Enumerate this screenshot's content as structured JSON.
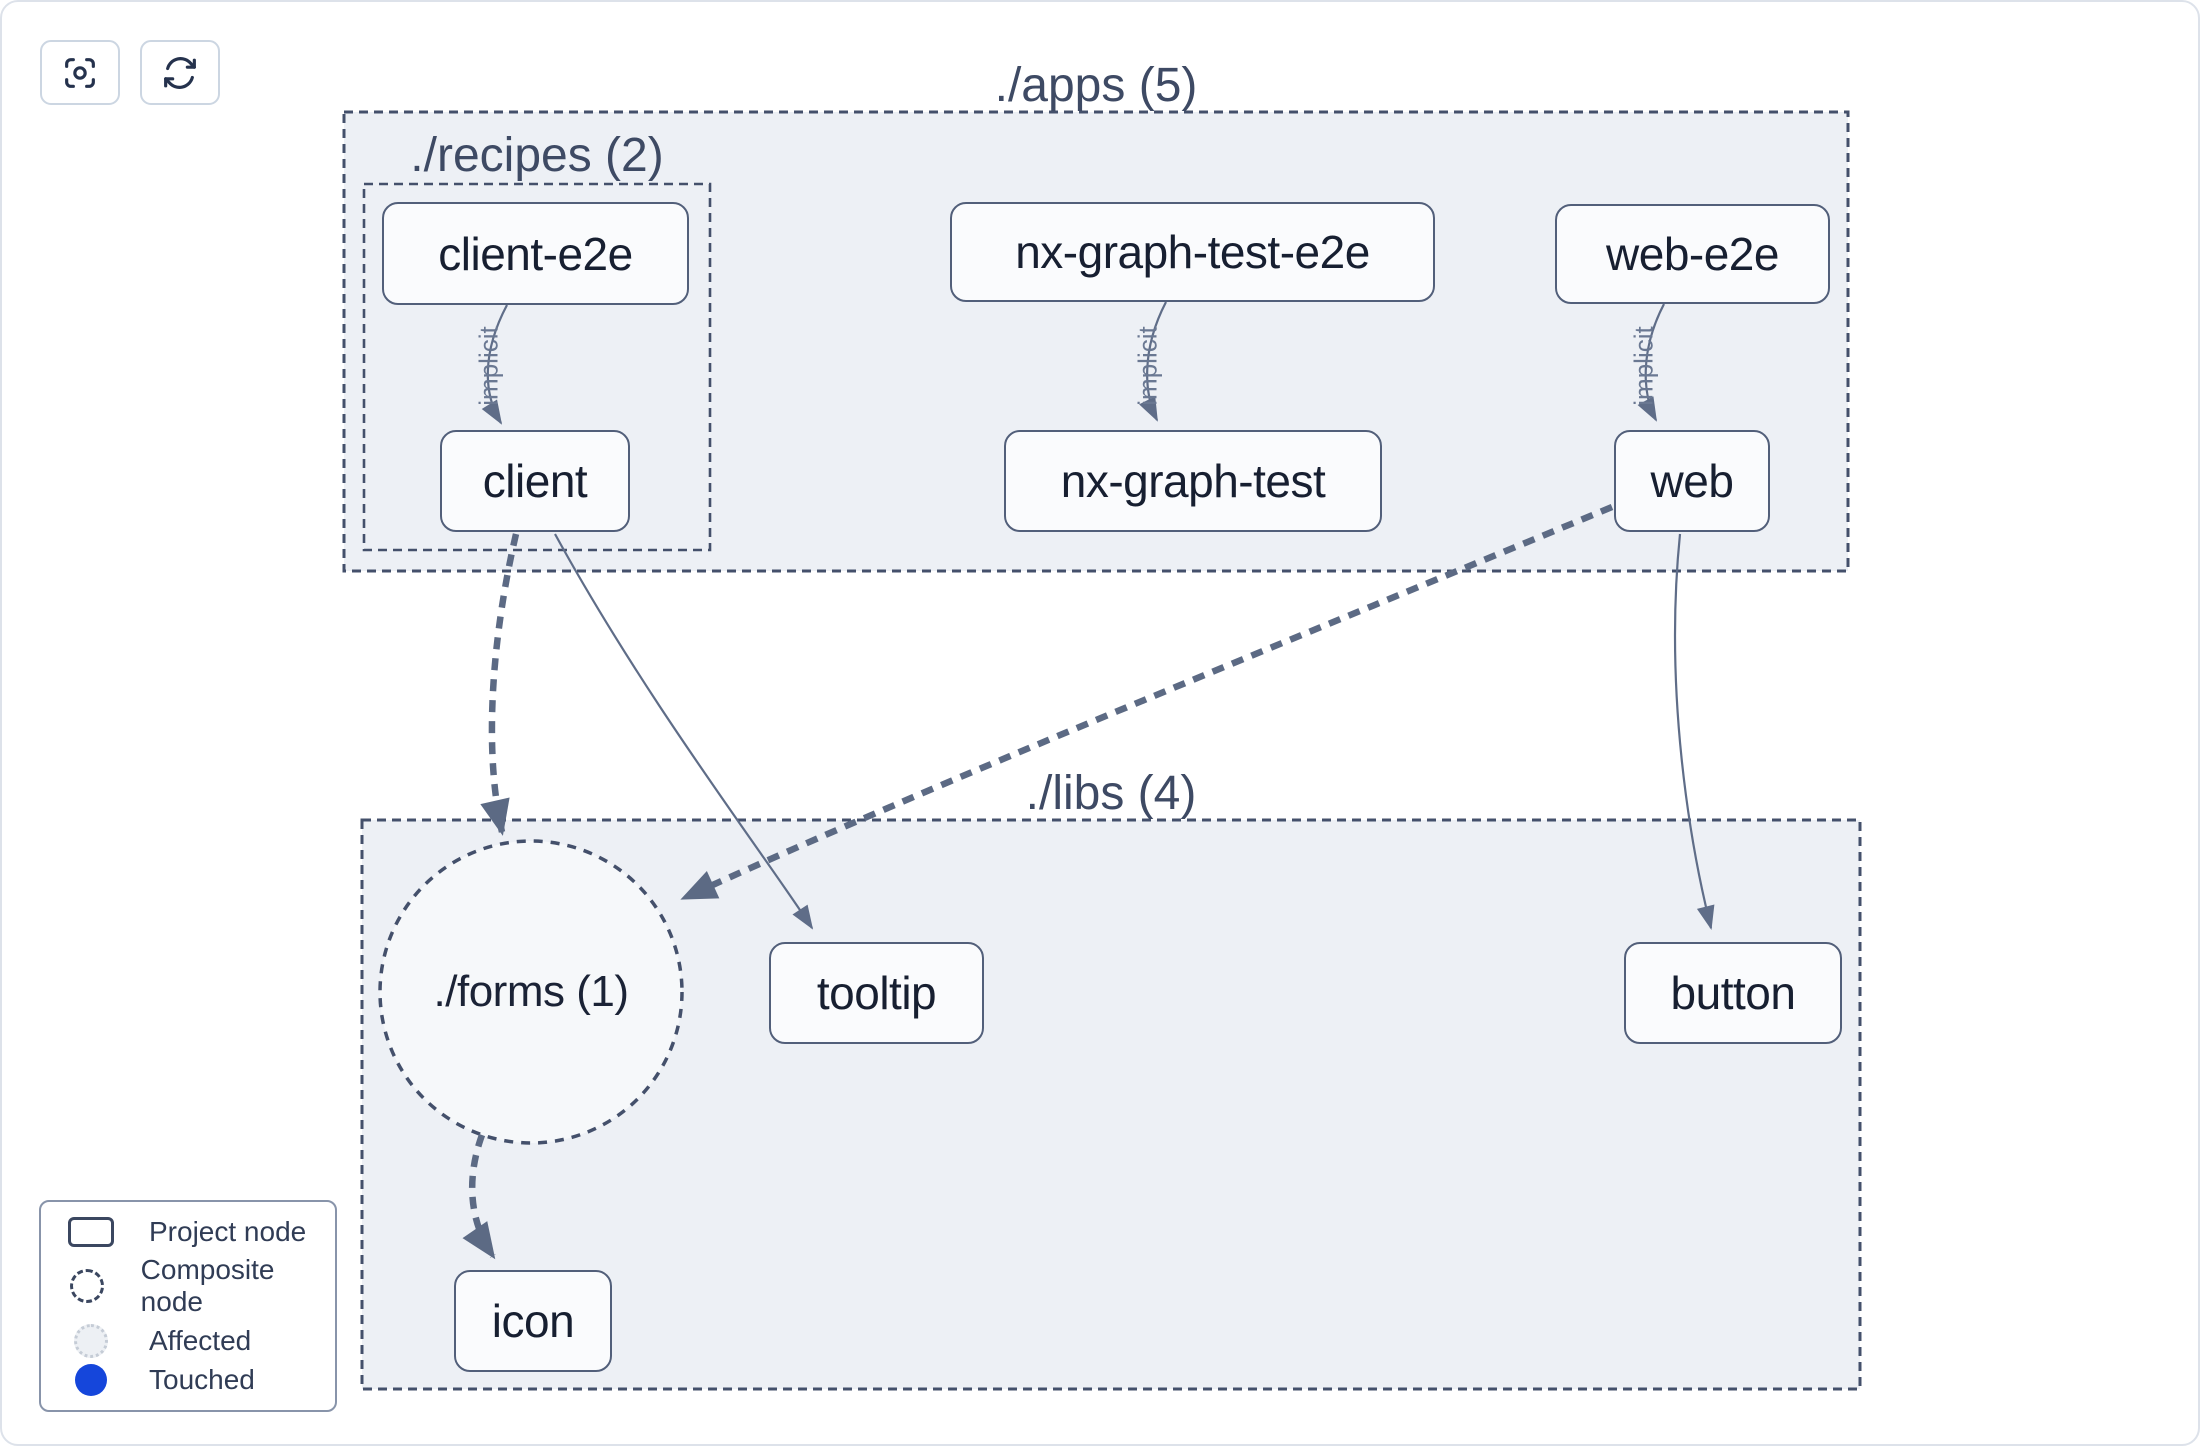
{
  "toolbar": {
    "focus_button": {
      "icon": "scan-focus-icon",
      "tooltip_label": ""
    },
    "refresh_button": {
      "icon": "refresh-icon",
      "tooltip_label": ""
    }
  },
  "groups": {
    "apps": {
      "label": "./apps (5)"
    },
    "recipes": {
      "label": "./recipes (2)"
    },
    "libs": {
      "label": "./libs (4)"
    }
  },
  "nodes": {
    "client_e2e": {
      "label": "client-e2e"
    },
    "nx_graph_test_e2e": {
      "label": "nx-graph-test-e2e"
    },
    "web_e2e": {
      "label": "web-e2e"
    },
    "client": {
      "label": "client"
    },
    "nx_graph_test": {
      "label": "nx-graph-test"
    },
    "web": {
      "label": "web"
    },
    "tooltip": {
      "label": "tooltip"
    },
    "button": {
      "label": "button"
    },
    "icon": {
      "label": "icon"
    }
  },
  "composite_nodes": {
    "forms": {
      "label": "./forms (1)"
    }
  },
  "edges": [
    {
      "from": "client-e2e",
      "to": "client",
      "label": "implicit",
      "style": "thin-solid"
    },
    {
      "from": "nx-graph-test-e2e",
      "to": "nx-graph-test",
      "label": "implicit",
      "style": "thin-solid"
    },
    {
      "from": "web-e2e",
      "to": "web",
      "label": "implicit",
      "style": "thin-solid"
    },
    {
      "from": "client",
      "to": "./forms (1)",
      "label": "",
      "style": "thick-dashed"
    },
    {
      "from": "client",
      "to": "tooltip",
      "label": "",
      "style": "thin-solid"
    },
    {
      "from": "web",
      "to": "./forms (1)",
      "label": "",
      "style": "thick-dashed"
    },
    {
      "from": "web",
      "to": "button",
      "label": "",
      "style": "thin-solid"
    },
    {
      "from": "./forms (1)",
      "to": "icon",
      "label": "",
      "style": "thick-dashed"
    }
  ],
  "legend": {
    "items": [
      {
        "icon": "project-node-icon",
        "label": "Project node"
      },
      {
        "icon": "composite-node-icon",
        "label": "Composite node"
      },
      {
        "icon": "affected-icon",
        "label": "Affected"
      },
      {
        "icon": "touched-icon",
        "label": "Touched"
      }
    ]
  },
  "colors": {
    "touched_blue": "#1546db",
    "group_fill": "#edf0f5",
    "composite_fill": "#f6f8fa",
    "stroke_slate": "#44506b",
    "edge_slate": "#5c6a84"
  }
}
